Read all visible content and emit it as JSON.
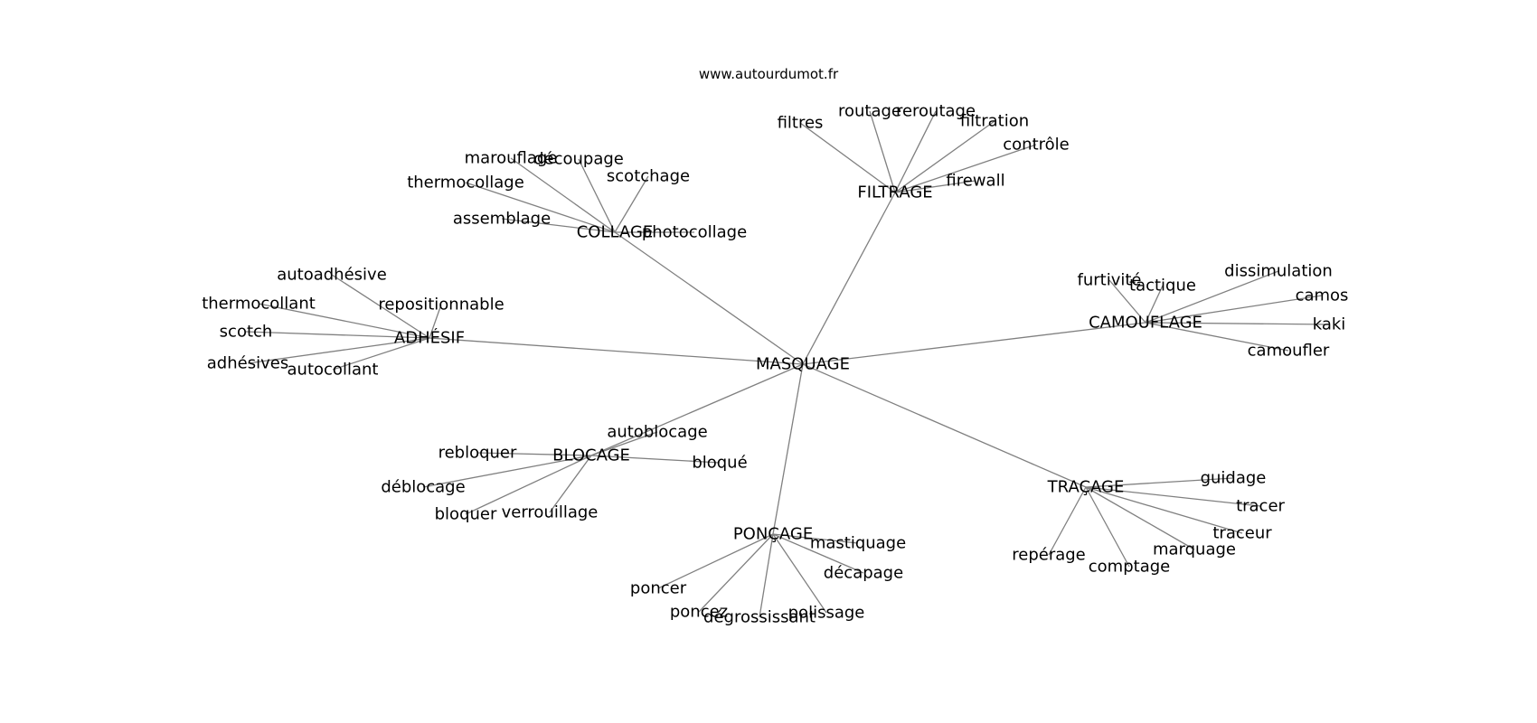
{
  "watermark": "www.autourdumot.fr",
  "graph": {
    "center": "MASQUAGE",
    "clusters": [
      {
        "hub": "FILTRAGE",
        "leaves": [
          "filtres",
          "routage",
          "reroutage",
          "filtration",
          "contrôle",
          "firewall"
        ]
      },
      {
        "hub": "COLLAGE",
        "leaves": [
          "marouflage",
          "découpage",
          "thermocollage",
          "scotchage",
          "assemblage",
          "photocollage"
        ]
      },
      {
        "hub": "ADHÉSIF",
        "leaves": [
          "autoadhésive",
          "thermocollant",
          "repositionnable",
          "scotch",
          "adhésives",
          "autocollant"
        ]
      },
      {
        "hub": "CAMOUFLAGE",
        "leaves": [
          "furtivité",
          "tactique",
          "dissimulation",
          "camos",
          "kaki",
          "camoufler"
        ]
      },
      {
        "hub": "BLOCAGE",
        "leaves": [
          "autoblocage",
          "rebloquer",
          "bloqué",
          "déblocage",
          "bloquer",
          "verrouillage"
        ]
      },
      {
        "hub": "TRAÇAGE",
        "leaves": [
          "guidage",
          "tracer",
          "traceur",
          "marquage",
          "repérage",
          "comptage"
        ]
      },
      {
        "hub": "PONÇAGE",
        "leaves": [
          "mastiquage",
          "décapage",
          "poncer",
          "poncez",
          "dégrossissant",
          "polissage"
        ]
      }
    ]
  }
}
